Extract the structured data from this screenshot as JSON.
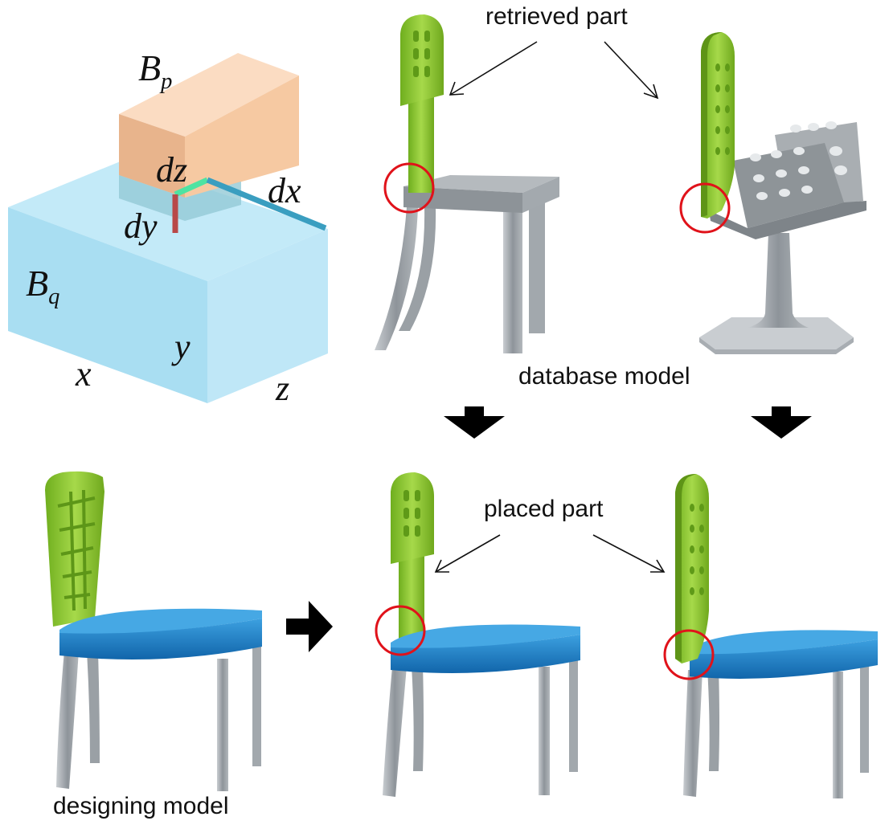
{
  "labels": {
    "retrieved_part": "retrieved part",
    "database_model": "database model",
    "placed_part": "placed part",
    "designing_model": "designing model"
  },
  "math": {
    "bp_base": "B",
    "bp_sub": "p",
    "bq_base": "B",
    "bq_sub": "q",
    "dz": "dz",
    "dx": "dx",
    "dy": "dy",
    "x": "x",
    "y": "y",
    "z": "z"
  },
  "colors": {
    "part_green": "#8cc63f",
    "seat_blue": "#1a7fc9",
    "metal_gray": "#a7adb2",
    "box_orange": "#f5c8a0",
    "box_blue": "#a9def2",
    "circle_red": "#e0121a",
    "dz_segment": "#4ee3a2",
    "dx_segment": "#3a9ec0",
    "dy_segment": "#b84848"
  },
  "icons": [
    "down-arrow-icon",
    "right-arrow-icon",
    "annotation-circle-icon"
  ]
}
